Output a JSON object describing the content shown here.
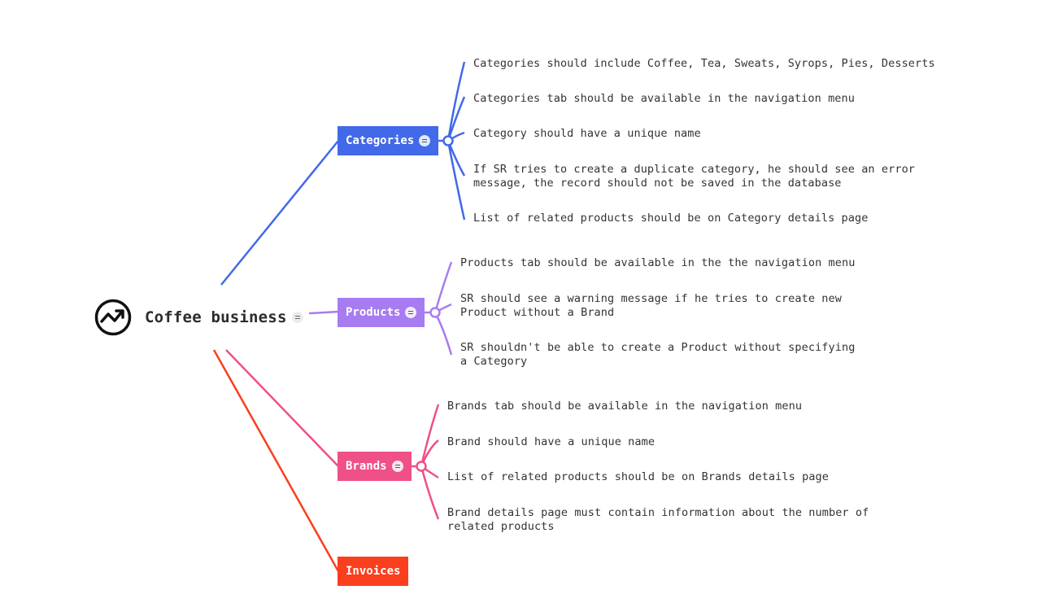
{
  "root": {
    "title": "Coffee business",
    "icon": "trend-up-circle-icon",
    "note_icon": "note-icon"
  },
  "colors": {
    "categories": "#4169e8",
    "products": "#a77cf0",
    "brands": "#ef5088",
    "invoices": "#fa3f1e"
  },
  "branches": {
    "categories": {
      "label": "Categories",
      "items": [
        "Categories should include Coffee, Tea, Sweats, Syrops, Pies, Desserts",
        "Categories tab should be available in the navigation menu",
        "Category should have a unique name",
        "If SR tries to create a duplicate category, he should see an error\nmessage, the record should not be saved in the database",
        "List of related products should be on Category details page"
      ]
    },
    "products": {
      "label": "Products",
      "items": [
        "Products tab should be available in the the navigation menu",
        "SR should see a warning message if he tries to create new\nProduct without a Brand",
        "SR shouldn't be able to create a Product without specifying\na Category"
      ]
    },
    "brands": {
      "label": "Brands",
      "items": [
        "Brands tab should be available in the navigation menu",
        "Brand should have a unique name",
        "List of related products should be on Brands details page",
        "Brand details page must contain information about the number of\nrelated products"
      ]
    },
    "invoices": {
      "label": "Invoices"
    }
  }
}
